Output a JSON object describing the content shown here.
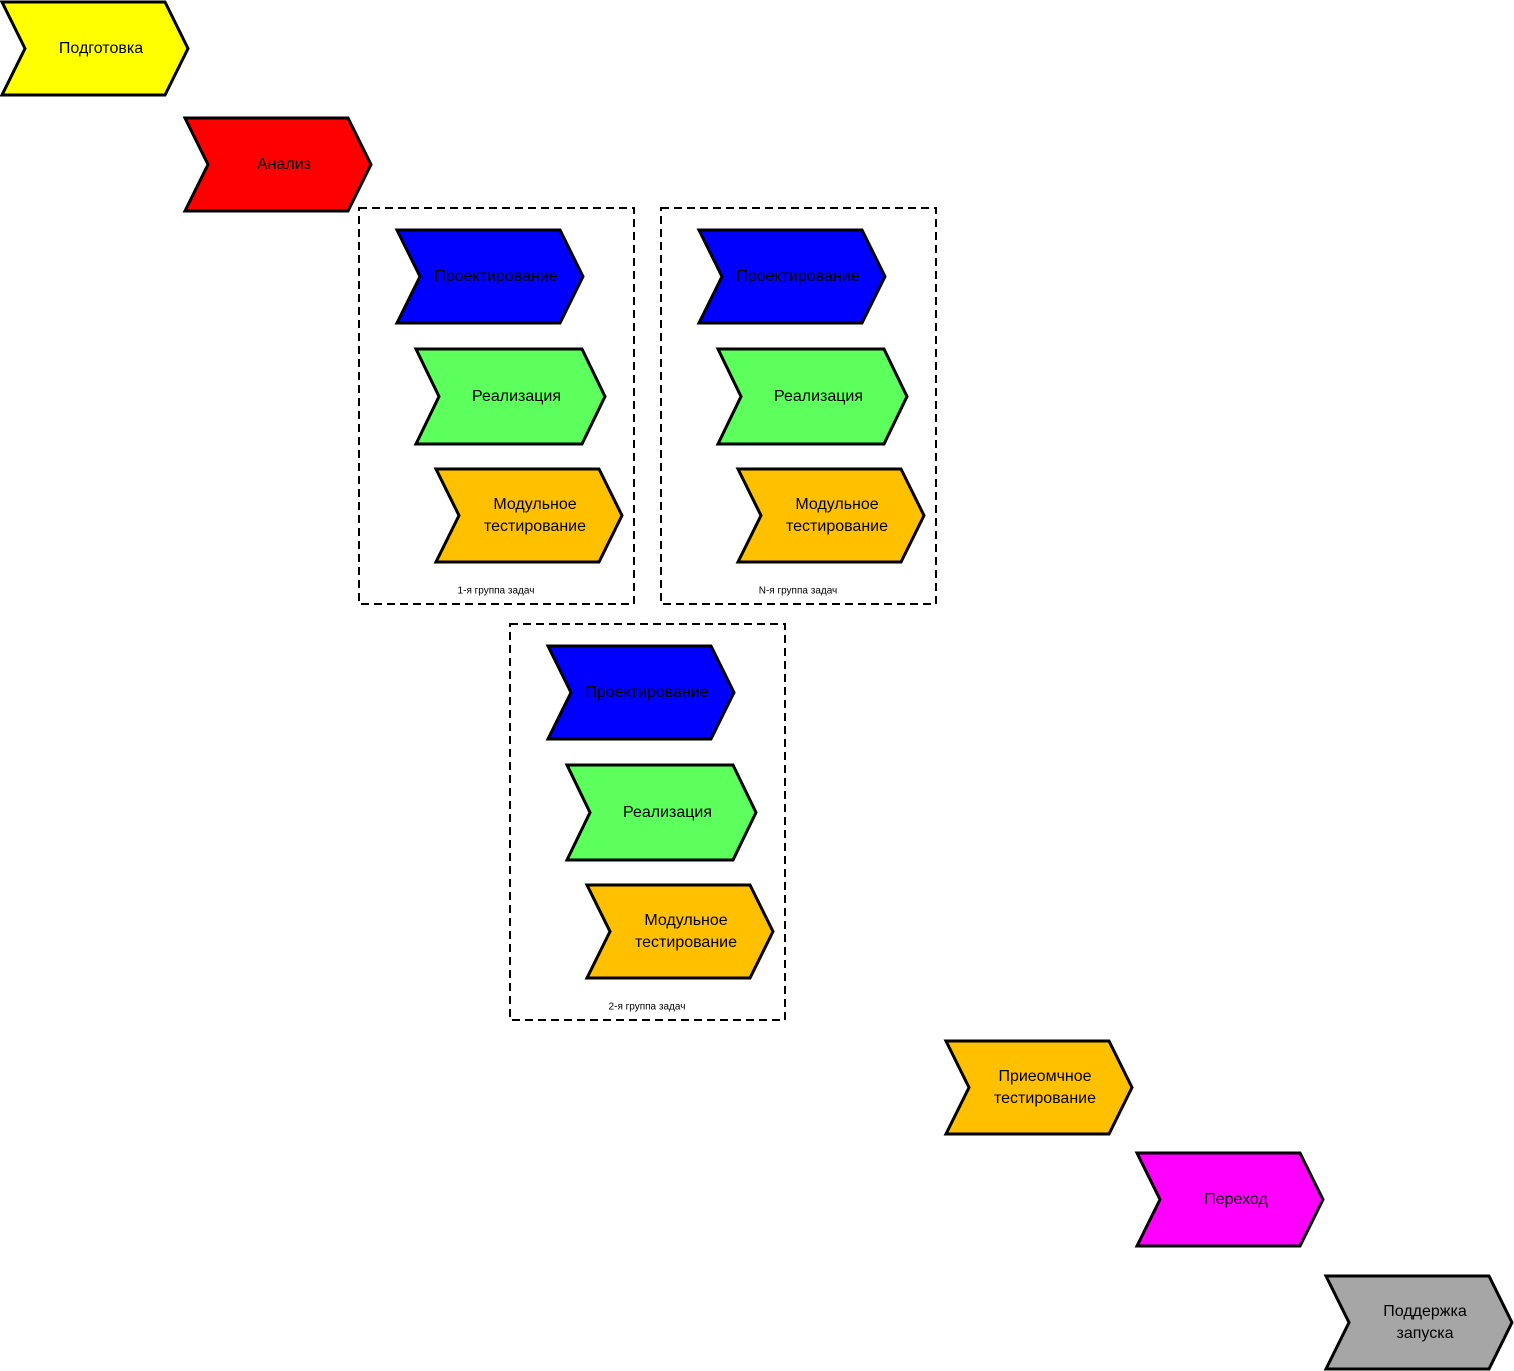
{
  "colors": {
    "yellow": "#ffff00",
    "red": "#ff0000",
    "blue": "#0000ff",
    "green": "#5cff5c",
    "orange": "#ffc000",
    "magenta": "#ff00ff",
    "gray": "#a6a6a6",
    "outline": "#000000"
  },
  "phases": {
    "preparation": [
      "Подготовка"
    ],
    "analysis": [
      "Анализ"
    ],
    "acceptance_testing": [
      "Приеомчное",
      "тестирование"
    ],
    "transition": [
      "Переход"
    ],
    "launch_support": [
      "Поддержка",
      "запуска"
    ]
  },
  "task_groups": [
    {
      "caption": "1-я группа задач",
      "steps": [
        {
          "lines": [
            "Проектирование"
          ],
          "color": "blue"
        },
        {
          "lines": [
            "Реализация"
          ],
          "color": "green"
        },
        {
          "lines": [
            "Модульное",
            "тестирование"
          ],
          "color": "orange"
        }
      ]
    },
    {
      "caption": "N-я группа задач",
      "steps": [
        {
          "lines": [
            "Проектирование"
          ],
          "color": "blue"
        },
        {
          "lines": [
            "Реализация"
          ],
          "color": "green"
        },
        {
          "lines": [
            "Модульное",
            "тестирование"
          ],
          "color": "orange"
        }
      ]
    },
    {
      "caption": "2-я группа задач",
      "steps": [
        {
          "lines": [
            "Проектирование"
          ],
          "color": "blue"
        },
        {
          "lines": [
            "Реализация"
          ],
          "color": "green"
        },
        {
          "lines": [
            "Модульное",
            "тестирование"
          ],
          "color": "orange"
        }
      ]
    }
  ]
}
